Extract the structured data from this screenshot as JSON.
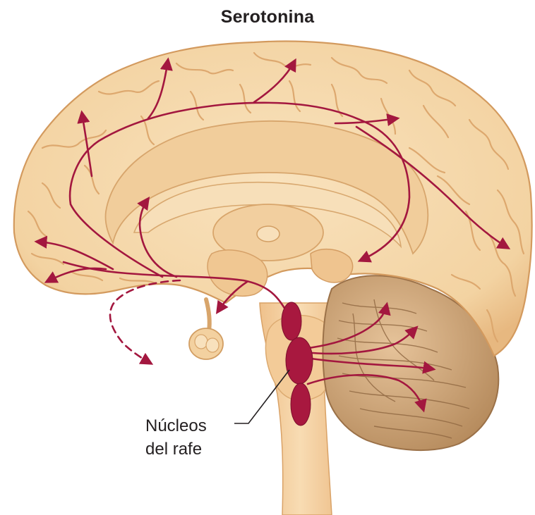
{
  "title": "Serotonina",
  "label": {
    "line1": "Núcleos",
    "line2": "del rafe"
  },
  "colors": {
    "pathway": "#a3173f",
    "nucleus": "#a8183f",
    "cortex": "#f6d8ab",
    "cortex_shadow": "#e6b67f",
    "cortex_outline": "#d9a267",
    "inner": "#f0c896",
    "cerebellum": "#cfa677",
    "brainstem": "#f3cd9c"
  },
  "icons": {
    "arrowhead": "arrowhead-icon"
  }
}
